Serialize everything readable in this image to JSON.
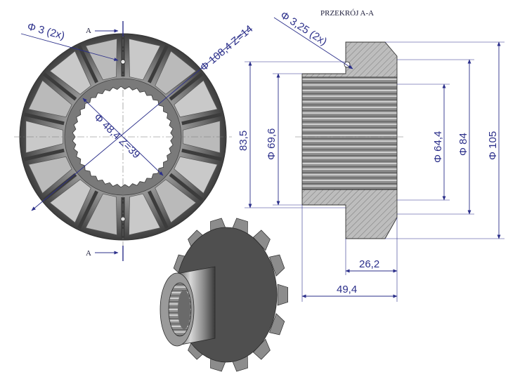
{
  "section_title": "PRZEKRÓJ A-A",
  "section_marks": {
    "top": "A",
    "bottom": "A"
  },
  "dimensions": {
    "hole_small": "Φ 3  (2x)",
    "outer_teeth": "Φ 108,4  Z=14",
    "inner_spline": "Φ 48,4  Z=39",
    "hole_section": "Φ 3,25  (2x)",
    "length_83_5": "83,5",
    "dia_69_6": "Φ 69,6",
    "dia_64_4": "Φ 64,4",
    "dia_84": "Φ 84",
    "dia_105": "Φ 105",
    "width_26_2": "26,2",
    "width_49_4": "49,4"
  },
  "gear": {
    "teeth": 14,
    "spline_teeth": 39
  },
  "colors": {
    "dimension": "#2b2f8a",
    "metal_light": "#cfcfcf",
    "metal_dark": "#4a4a4a",
    "hatch": "#8a8a8a"
  }
}
